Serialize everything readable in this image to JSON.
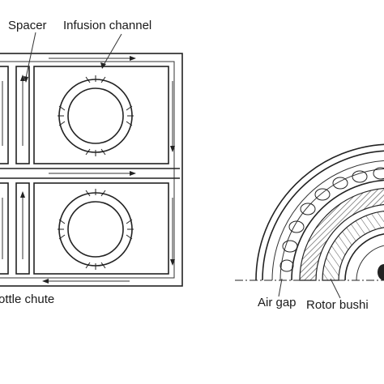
{
  "labels": {
    "spacer": "Spacer",
    "infusion_channel": "Infusion channel",
    "bottle_chute": "ottle chute",
    "air_gap": "Air gap",
    "rotor_bushing": "Rotor bushi"
  }
}
